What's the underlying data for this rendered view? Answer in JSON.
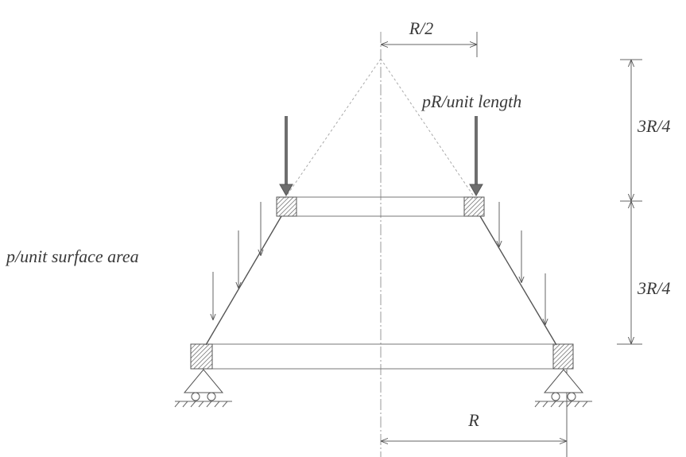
{
  "labels": {
    "top_dimension": "R/2",
    "bottom_dimension": "R",
    "upper_height": "3R/4",
    "lower_height": "3R/4",
    "line_load": "pR/unit length",
    "surface_load": "p/unit surface area"
  }
}
